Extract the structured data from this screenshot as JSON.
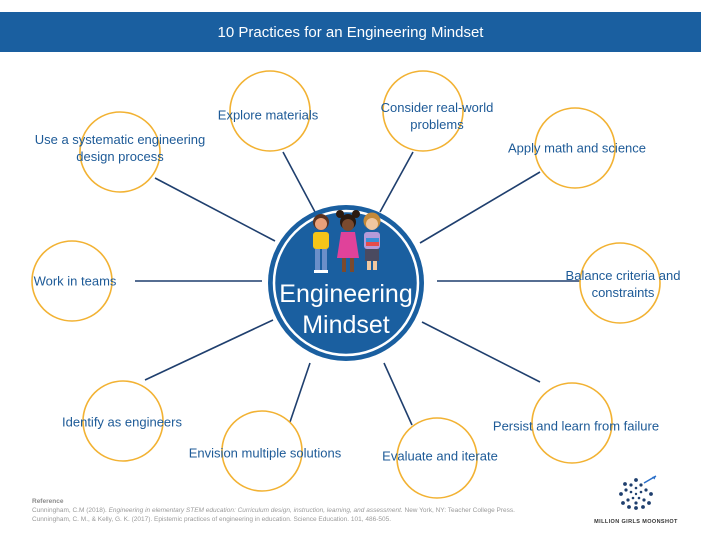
{
  "title": "10 Practices for an Engineering Mindset",
  "center": {
    "line1": "Engineering",
    "line2": "Mindset"
  },
  "practices": [
    {
      "lines": [
        "Use a systematic engineering",
        "design process"
      ]
    },
    {
      "lines": [
        "Explore materials"
      ]
    },
    {
      "lines": [
        "Consider real-world",
        "problems"
      ]
    },
    {
      "lines": [
        "Apply math and science"
      ]
    },
    {
      "lines": [
        "Work in teams"
      ]
    },
    {
      "lines": [
        "Balance criteria and",
        "constraints"
      ]
    },
    {
      "lines": [
        "Identify as engineers"
      ]
    },
    {
      "lines": [
        "Envision multiple solutions"
      ]
    },
    {
      "lines": [
        "Evaluate and iterate"
      ]
    },
    {
      "lines": [
        "Persist and learn from failure"
      ]
    }
  ],
  "reference": {
    "heading": "Reference",
    "line1_author": "Cunningham, C.M (2018). ",
    "line1_title": "Engineering in elementary STEM education: Curriculum design, instruction, learning, and assessment.",
    "line1_rest": " New York, NY: Teacher College Press.",
    "line2": "Cunningham, C. M., & Kelly, G. K. (2017). Epistemic practices of engineering in education. Science Education. 101, 486-505."
  },
  "brand": {
    "name": "MILLION GIRLS MOONSHOT"
  },
  "colors": {
    "title_bar": "#1a5fa0",
    "center_fill": "#1a5fa0",
    "ring": "#f2b233",
    "connector": "#1f3f6e",
    "label": "#1d5a97"
  }
}
